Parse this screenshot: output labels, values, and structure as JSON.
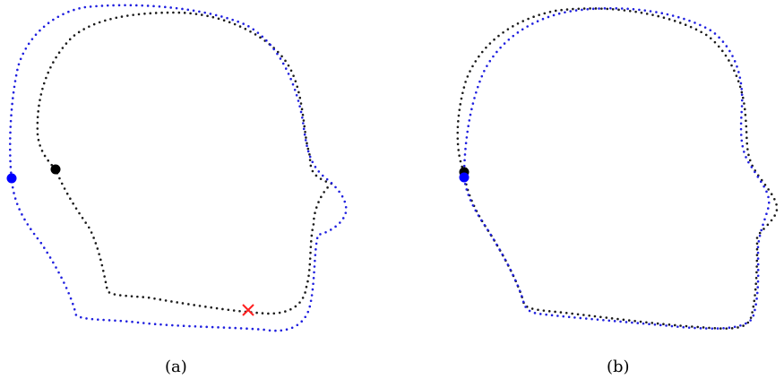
{
  "panels": [
    {
      "caption": "(a)",
      "curves": [
        {
          "name": "outline-black",
          "color": "#1a1a1a"
        },
        {
          "name": "outline-blue",
          "color": "#1f1fdf"
        }
      ],
      "markers": [
        {
          "name": "black-dot",
          "shape": "circle",
          "color": "#000000"
        },
        {
          "name": "blue-dot",
          "shape": "circle",
          "color": "#0000ff"
        },
        {
          "name": "red-cross",
          "shape": "x",
          "color": "#ff2020"
        }
      ]
    },
    {
      "caption": "(b)",
      "curves": [
        {
          "name": "outline-black",
          "color": "#1a1a1a"
        },
        {
          "name": "outline-blue",
          "color": "#1f1fdf"
        }
      ],
      "markers": [
        {
          "name": "black-dot",
          "shape": "circle",
          "color": "#000000"
        },
        {
          "name": "blue-dot",
          "shape": "circle",
          "color": "#0000ff"
        }
      ]
    }
  ]
}
